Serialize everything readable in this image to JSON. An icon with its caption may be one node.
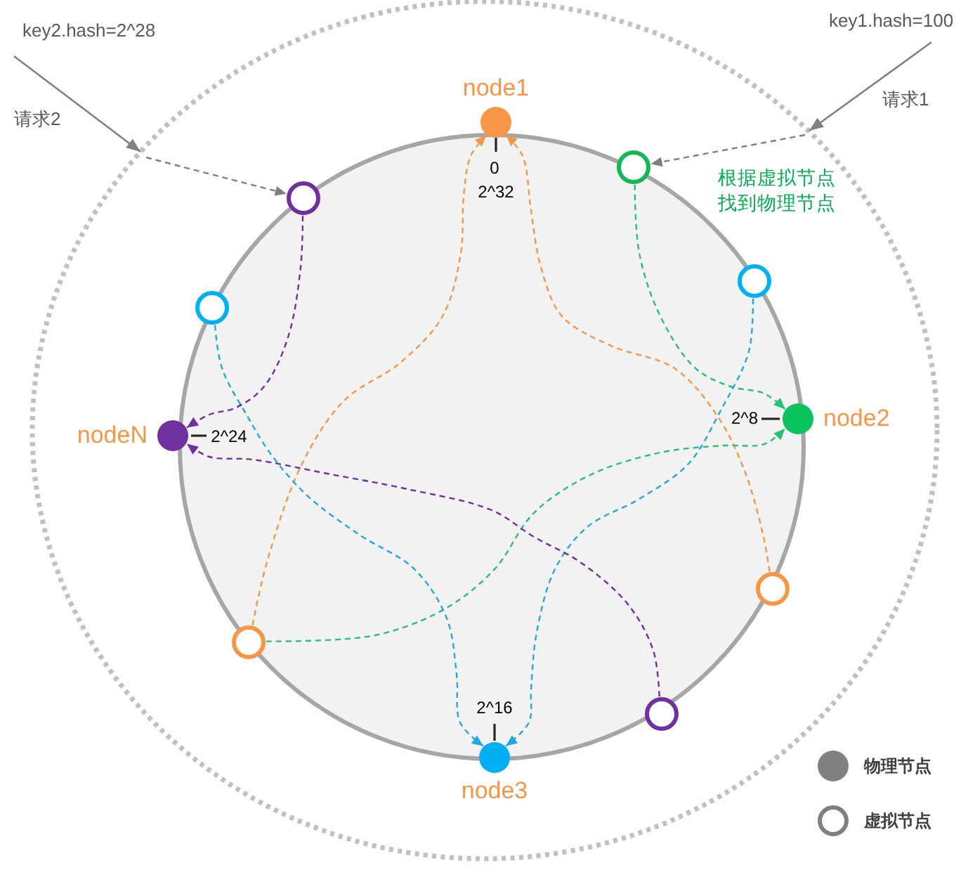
{
  "diagram": {
    "nodes": [
      {
        "text": [
          "node1"
        ],
        "beside": [
          "0",
          "2^32"
        ]
      },
      {
        "text": [],
        "shape": "circle"
      },
      {
        "text": [],
        "shape": "circle"
      },
      {
        "text": [],
        "shape": "circle"
      },
      {
        "text": [],
        "shape": "circle"
      },
      {
        "text": [
          "node2"
        ],
        "beside": [
          "2^8"
        ]
      },
      {
        "text": [
          "nodeN"
        ],
        "beside": [
          "2^24"
        ]
      },
      {
        "text": [],
        "shape": "circle"
      },
      {
        "text": [],
        "shape": "circle"
      },
      {
        "text": [],
        "shape": "circle"
      },
      {
        "text": [
          "node3"
        ],
        "beside": [
          "2^16"
        ]
      }
    ],
    "edges": [
      {
        "from": null,
        "to": 2,
        "arrow": "to",
        "style": "dashed",
        "color": "#7f7f7f"
      },
      {
        "from": null,
        "to": 1,
        "arrow": "to",
        "style": "dashed",
        "color": "#7f7f7f"
      },
      {
        "from": 8,
        "to": 0,
        "arrow": "to",
        "style": "dashed",
        "color": "#f79646"
      },
      {
        "from": 7,
        "to": 0,
        "arrow": "to",
        "style": "dashed",
        "color": "#f79646"
      },
      {
        "from": 1,
        "to": 5,
        "arrow": "to",
        "style": "dashed",
        "color": "#2bbf79"
      },
      {
        "from": 8,
        "to": 5,
        "arrow": "to",
        "style": "dashed",
        "color": "#2bbf79"
      },
      {
        "from": 4,
        "to": 10,
        "arrow": "to",
        "style": "dashed",
        "color": "#1fa9e1"
      },
      {
        "from": 3,
        "to": 10,
        "arrow": "to",
        "style": "dashed",
        "color": "#1fa9e1"
      },
      {
        "from": 2,
        "to": 6,
        "arrow": "to",
        "style": "dashed",
        "color": "#7030a0"
      },
      {
        "from": 9,
        "to": 6,
        "arrow": "to",
        "style": "dashed",
        "color": "#7030a0"
      }
    ],
    "labels": [
      "key2.hash=2^28",
      "请求2",
      "key1.hash=100",
      "请求1",
      "根据虚拟节点找到物理节点"
    ],
    "legend": [
      {
        "text": "物理节点",
        "color": "#808080"
      },
      {
        "text": "虚拟节点"
      }
    ]
  }
}
